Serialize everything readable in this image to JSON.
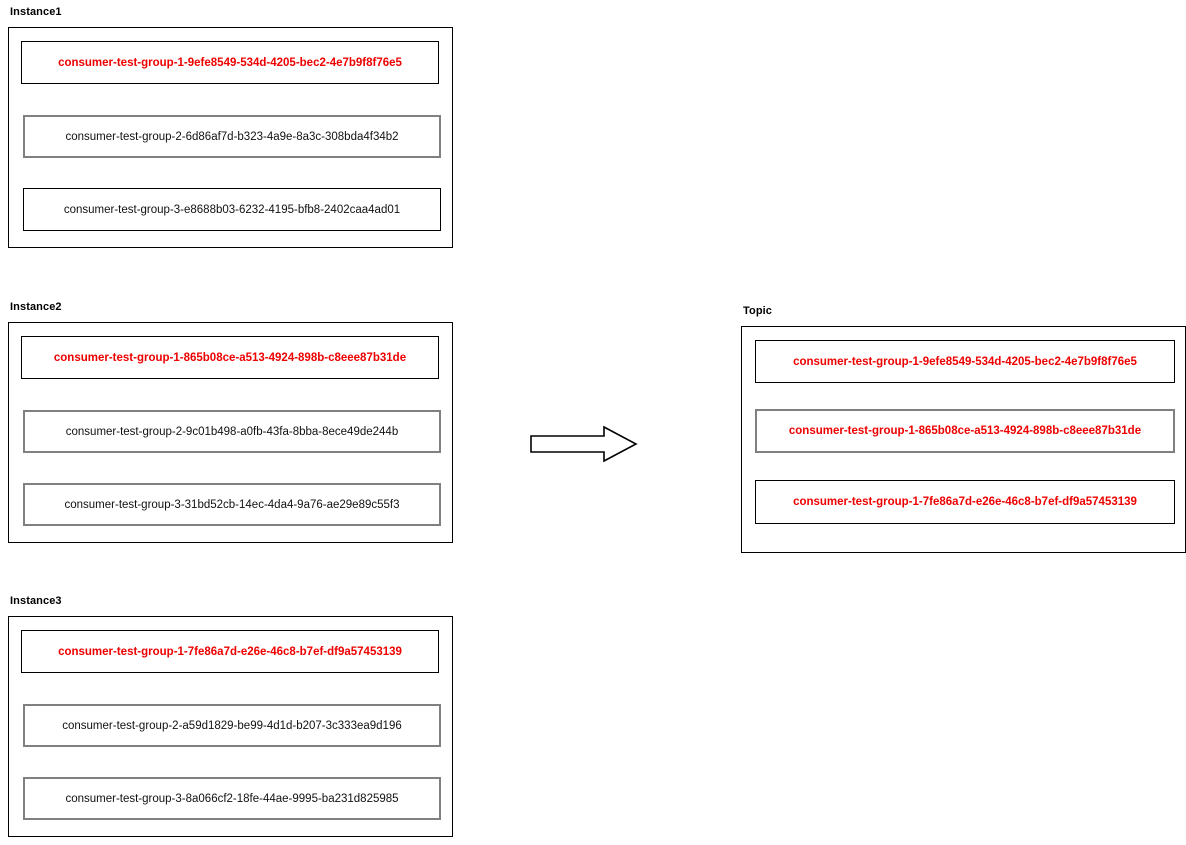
{
  "diagram": {
    "title_color": "#000000",
    "highlight_color": "#ee0000",
    "plain_color": "#111111",
    "black_border": "#000000",
    "gray_border": "#808080",
    "arrow": {
      "name": "right-arrow",
      "direction": "right"
    },
    "panels": [
      {
        "caption": "Instance1",
        "items": [
          {
            "label": "consumer-test-group-1-9efe8549-534d-4205-bec2-4e7b9f8f76e5",
            "style": "highlight",
            "border": "black"
          },
          {
            "label": "consumer-test-group-2-6d86af7d-b323-4a9e-8a3c-308bda4f34b2",
            "style": "plain",
            "border": "gray"
          },
          {
            "label": "consumer-test-group-3-e8688b03-6232-4195-bfb8-2402caa4ad01",
            "style": "plain",
            "border": "black"
          }
        ]
      },
      {
        "caption": "Instance2",
        "items": [
          {
            "label": "consumer-test-group-1-865b08ce-a513-4924-898b-c8eee87b31de",
            "style": "highlight",
            "border": "black"
          },
          {
            "label": "consumer-test-group-2-9c01b498-a0fb-43fa-8bba-8ece49de244b",
            "style": "plain",
            "border": "gray"
          },
          {
            "label": "consumer-test-group-3-31bd52cb-14ec-4da4-9a76-ae29e89c55f3",
            "style": "plain",
            "border": "gray"
          }
        ]
      },
      {
        "caption": "Instance3",
        "items": [
          {
            "label": "consumer-test-group-1-7fe86a7d-e26e-46c8-b7ef-df9a57453139",
            "style": "highlight",
            "border": "black"
          },
          {
            "label": "consumer-test-group-2-a59d1829-be99-4d1d-b207-3c333ea9d196",
            "style": "plain",
            "border": "gray"
          },
          {
            "label": "consumer-test-group-3-8a066cf2-18fe-44ae-9995-ba231d825985",
            "style": "plain",
            "border": "gray"
          }
        ]
      },
      {
        "caption": "Topic",
        "items": [
          {
            "label": "consumer-test-group-1-9efe8549-534d-4205-bec2-4e7b9f8f76e5",
            "style": "highlight",
            "border": "black"
          },
          {
            "label": "consumer-test-group-1-865b08ce-a513-4924-898b-c8eee87b31de",
            "style": "highlight",
            "border": "gray"
          },
          {
            "label": "consumer-test-group-1-7fe86a7d-e26e-46c8-b7ef-df9a57453139",
            "style": "highlight",
            "border": "black"
          }
        ]
      }
    ]
  }
}
